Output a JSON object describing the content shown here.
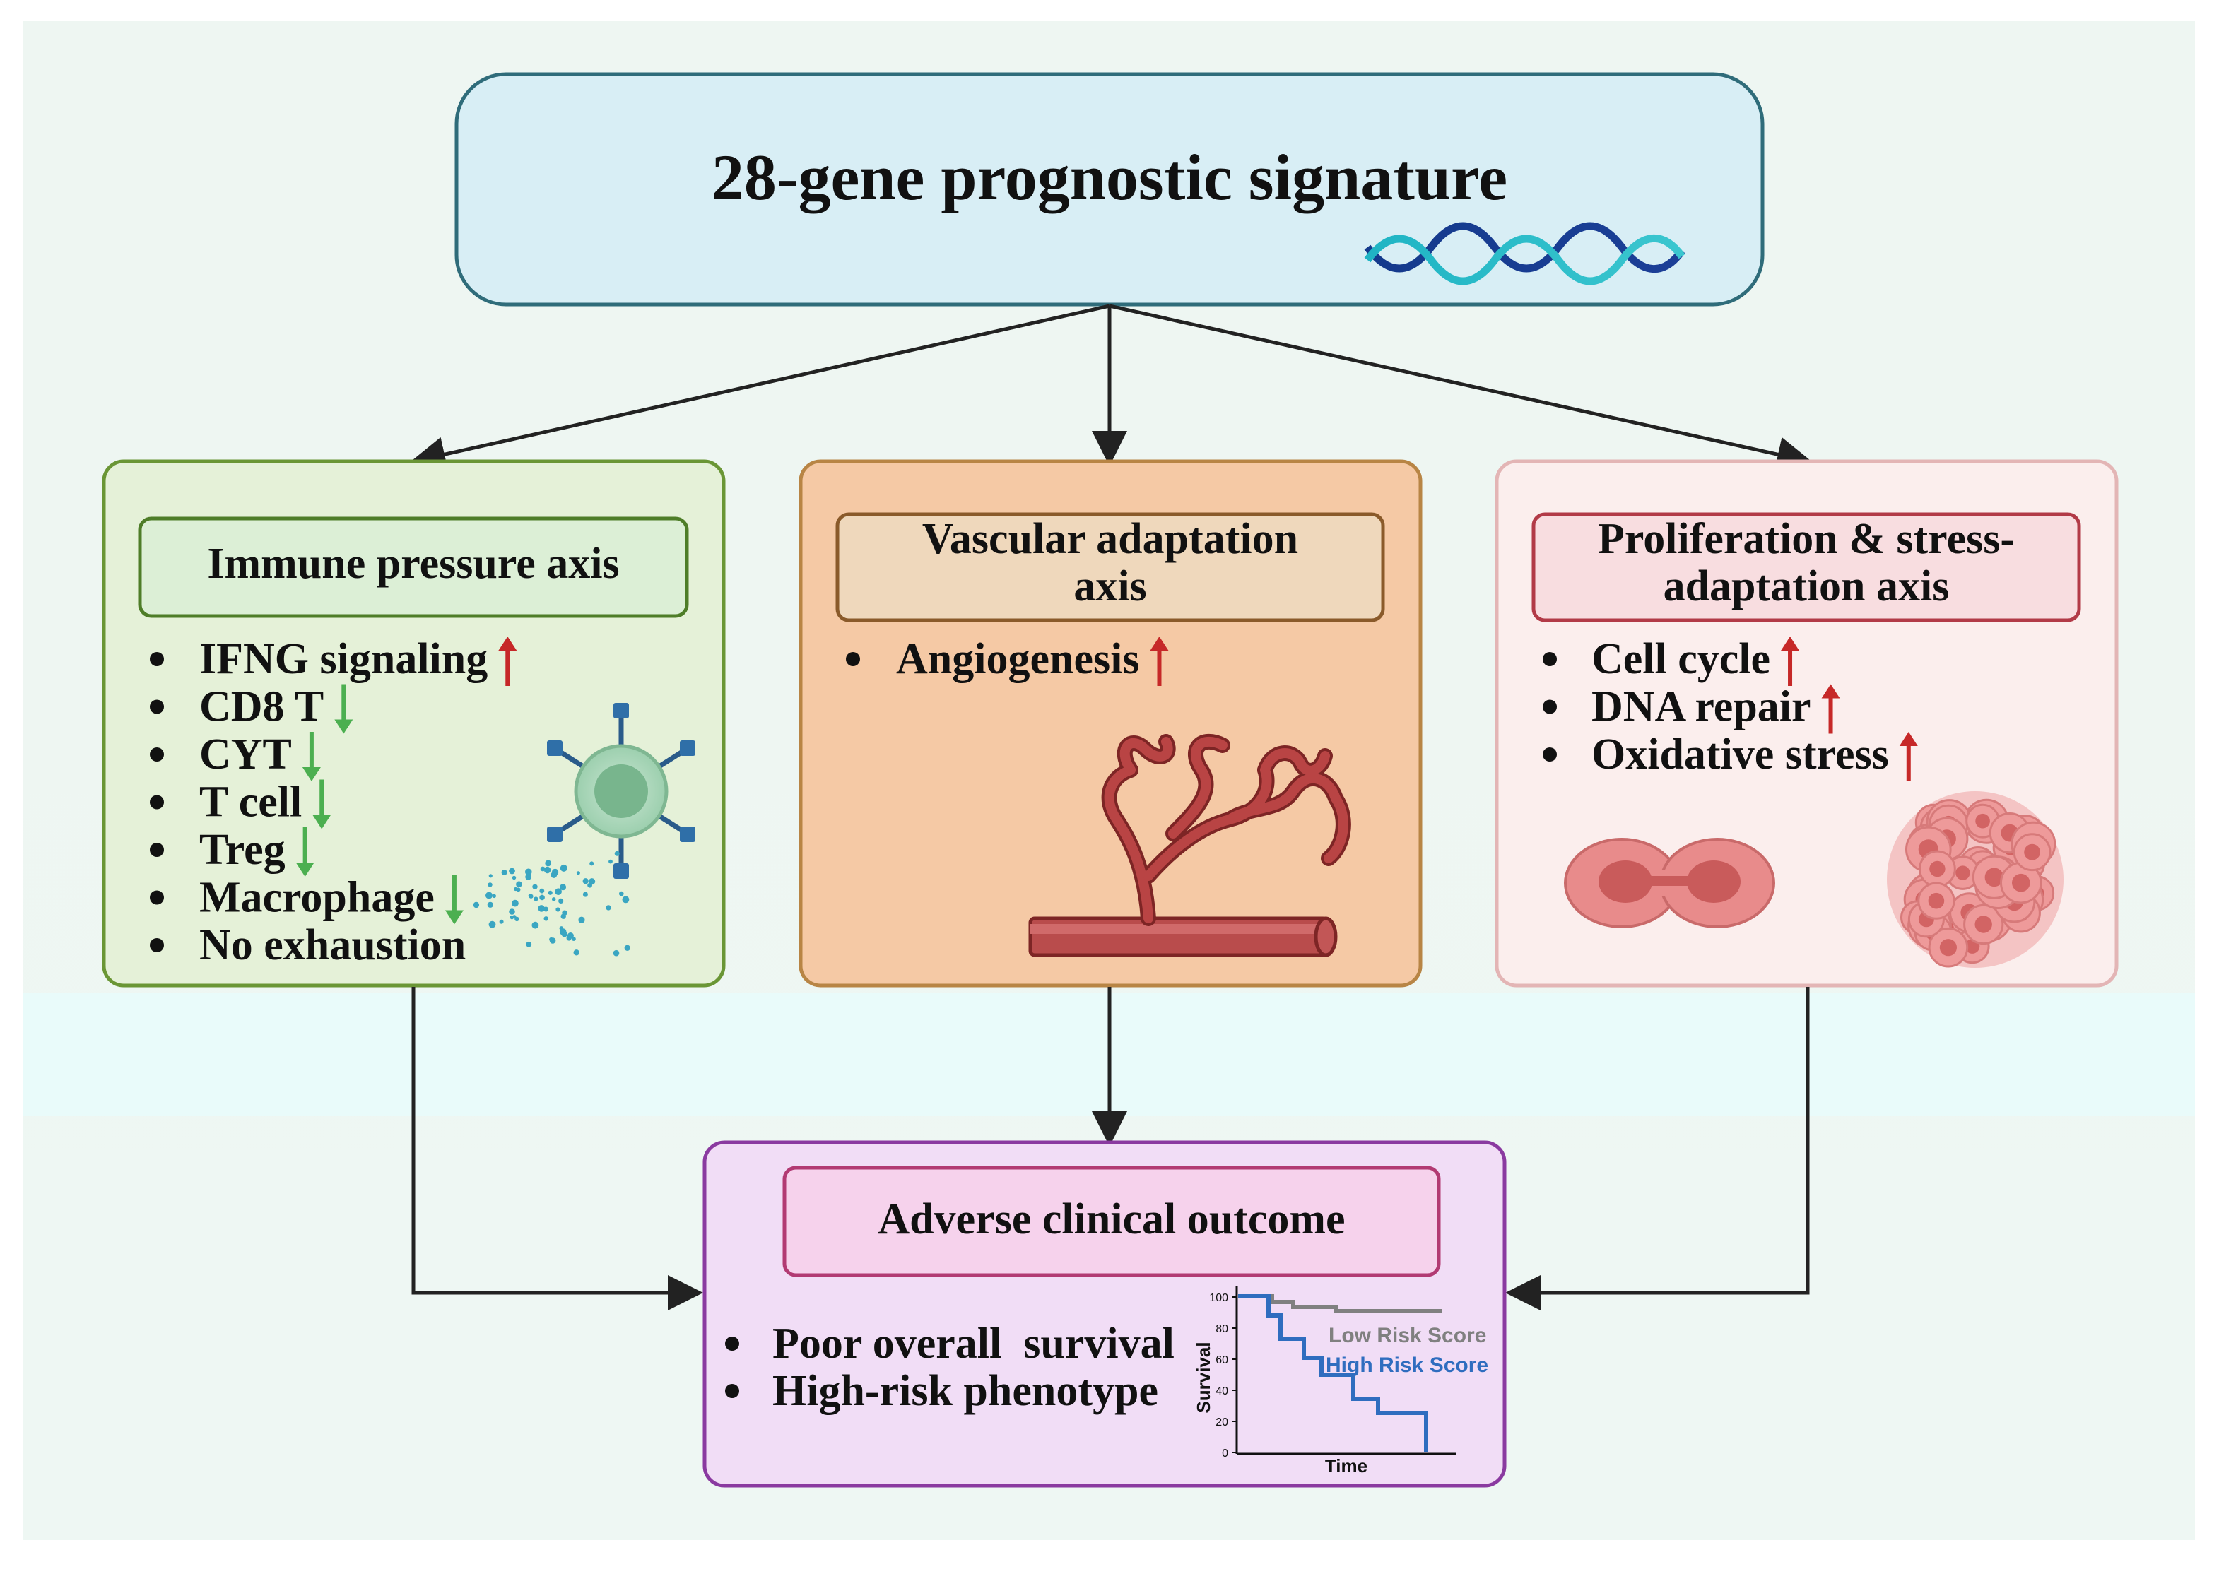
{
  "title": "28-gene prognostic signature",
  "panels": {
    "immune": {
      "title": "Immune pressure axis",
      "items": [
        {
          "label": "IFNG signaling",
          "trend": "up"
        },
        {
          "label": "CD8 T",
          "trend": "down"
        },
        {
          "label": "CYT",
          "trend": "down"
        },
        {
          "label": "T cell",
          "trend": "down"
        },
        {
          "label": "Treg",
          "trend": "down"
        },
        {
          "label": "Macrophage",
          "trend": "down"
        },
        {
          "label": "No exhaustion",
          "trend": "none"
        }
      ]
    },
    "vascular": {
      "title_line1": "Vascular adaptation",
      "title_line2": "axis",
      "items": [
        {
          "label": "Angiogenesis",
          "trend": "up"
        }
      ]
    },
    "proliferation": {
      "title_line1": "Proliferation & stress-",
      "title_line2": "adaptation axis",
      "items": [
        {
          "label": "Cell cycle",
          "trend": "up"
        },
        {
          "label": "DNA repair",
          "trend": "up"
        },
        {
          "label": "Oxidative stress",
          "trend": "up"
        }
      ]
    }
  },
  "outcome": {
    "title": "Adverse clinical outcome",
    "items": [
      "Poor overall  survival",
      "High-risk phenotype"
    ]
  },
  "survival_plot": {
    "ylabel": "Survival",
    "xlabel": "Time",
    "yticks": [
      "0",
      "20",
      "40",
      "60",
      "80",
      "100"
    ],
    "series": [
      {
        "name": "Low Risk Score",
        "color": "#808080"
      },
      {
        "name": "High Risk Score",
        "color": "#2f6dbf"
      }
    ]
  },
  "colors": {
    "up_arrow": "#c62828",
    "down_arrow": "#4caf50",
    "immune_border": "#5e8a2a",
    "vascular_border": "#a57838",
    "prolif_border": "#b53b4b",
    "outcome_border": "#8a3aa0"
  }
}
